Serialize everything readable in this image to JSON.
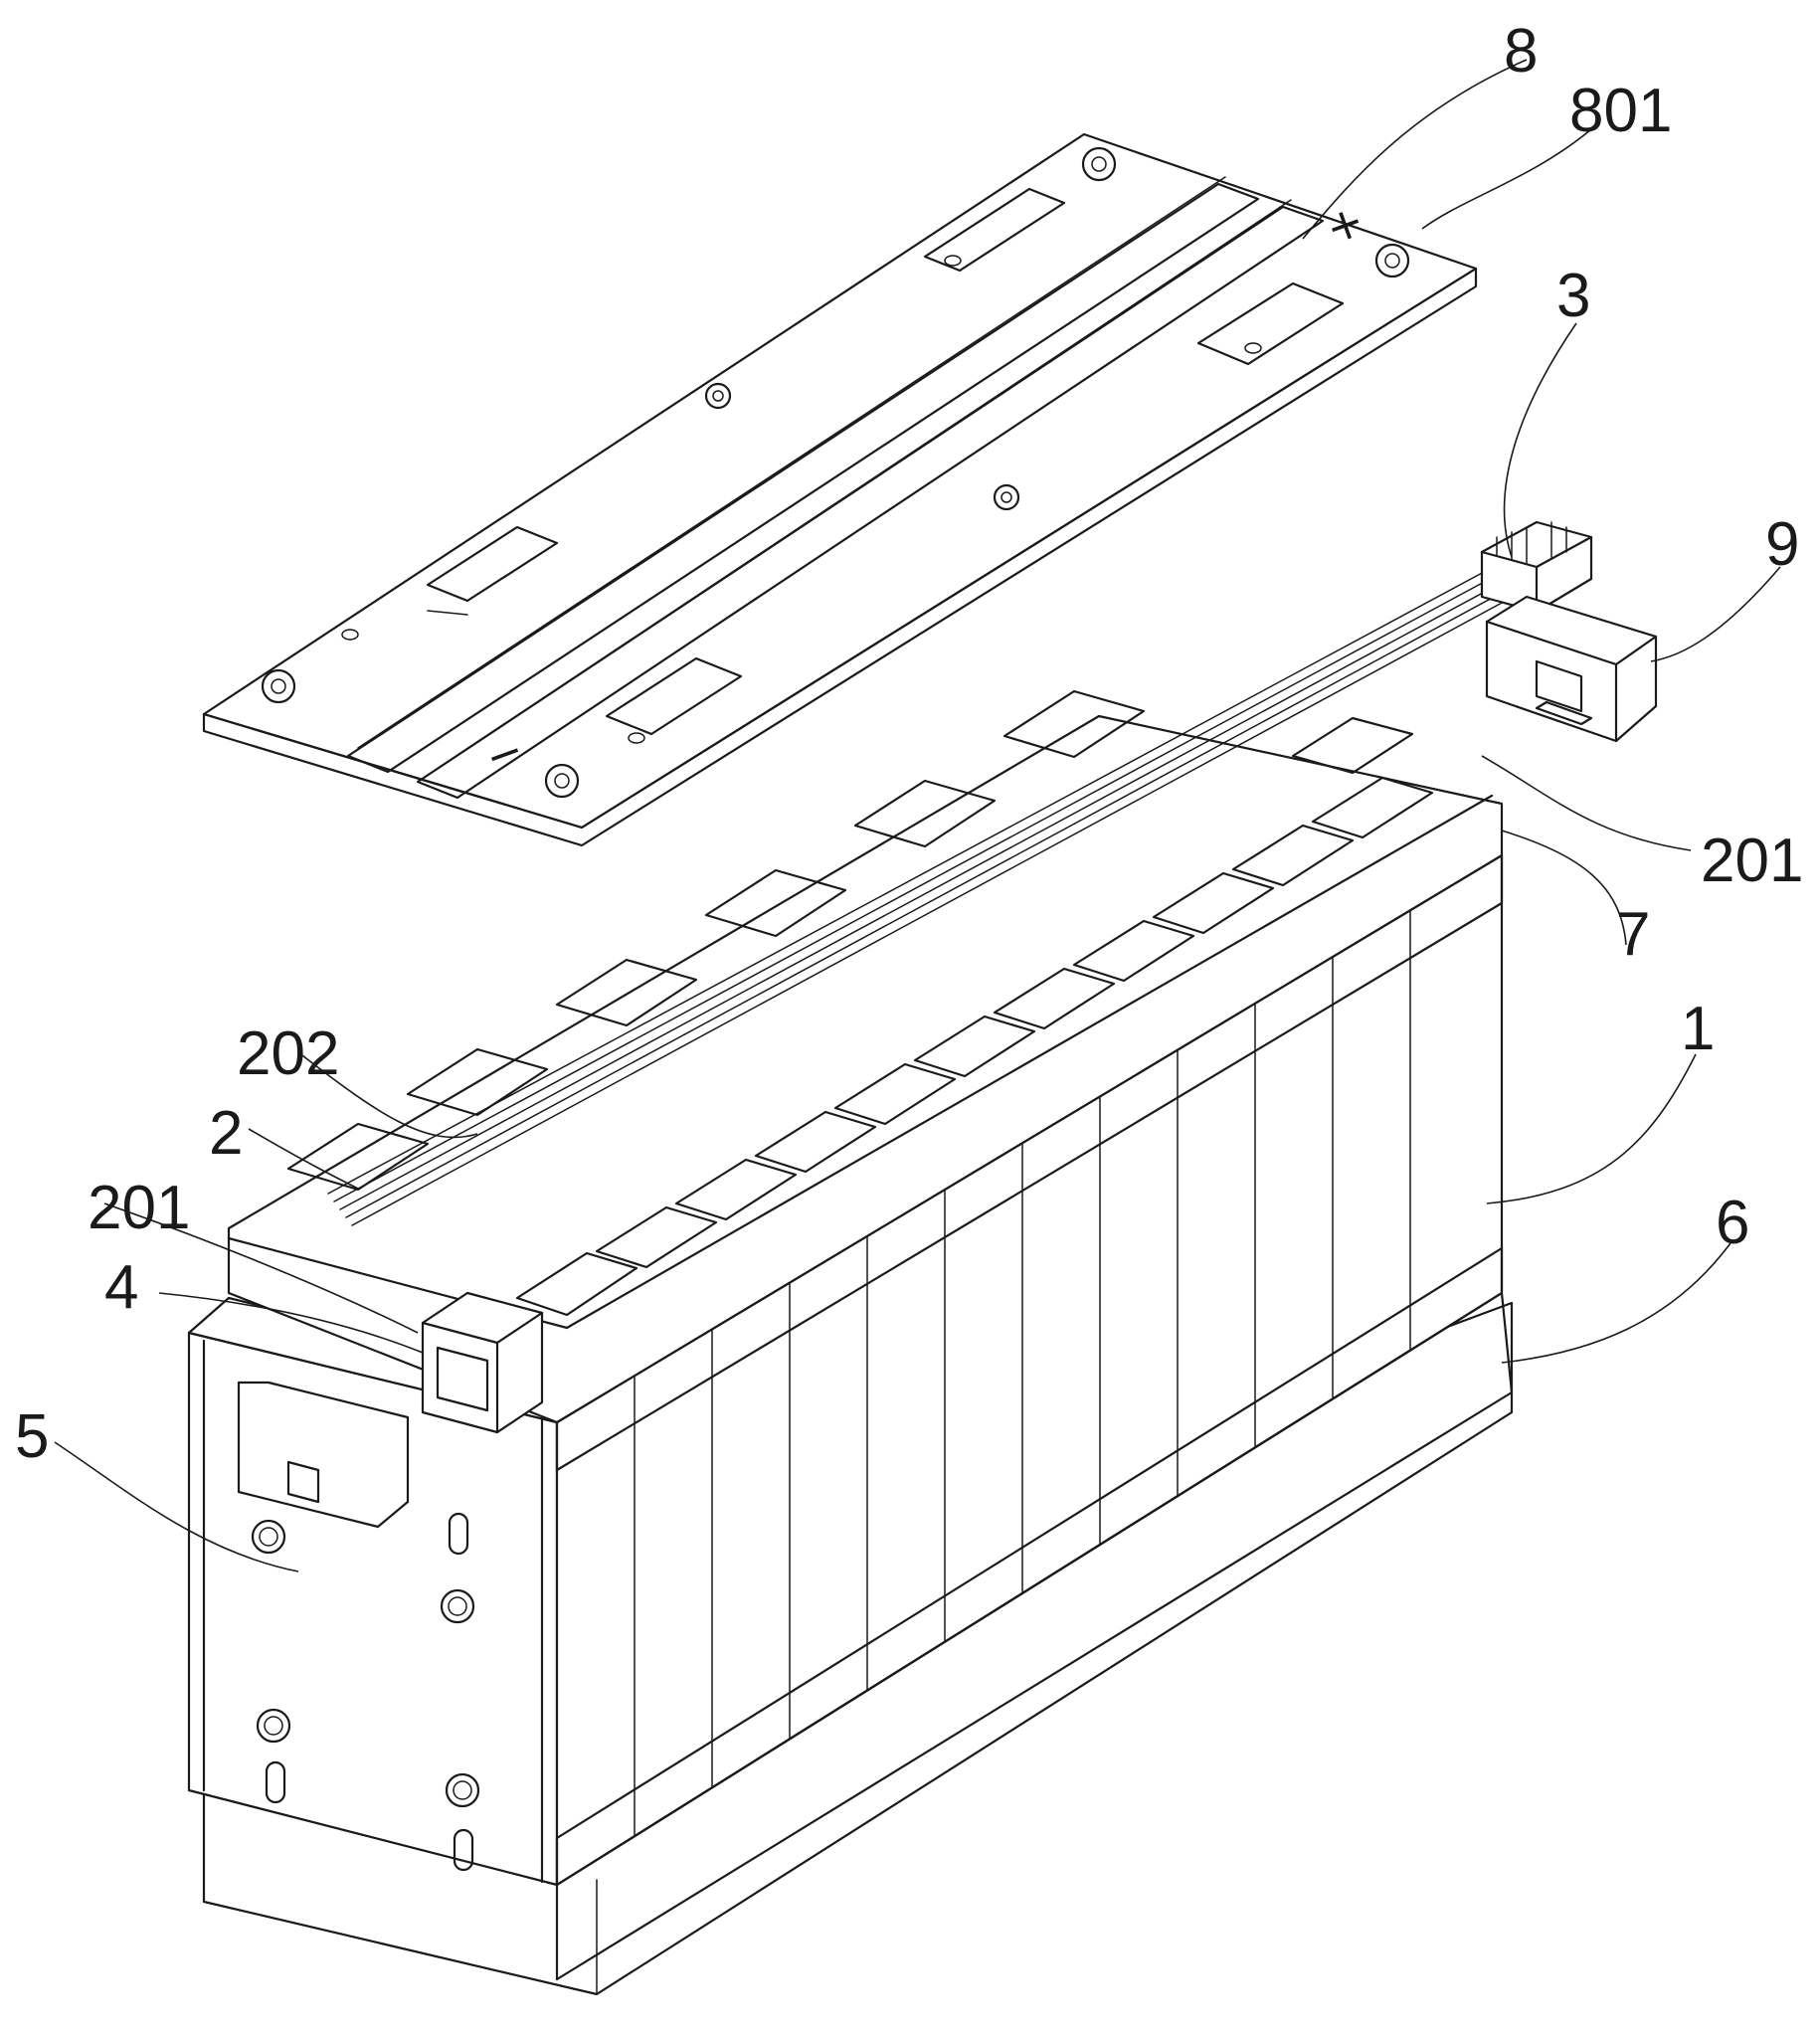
{
  "labels": {
    "l8": "8",
    "l801": "801",
    "l3": "3",
    "l9": "9",
    "l201_right": "201",
    "l7": "7",
    "l1": "1",
    "l202": "202",
    "l2": "2",
    "l201_left": "201",
    "l4": "4",
    "l6": "6",
    "l5": "5"
  },
  "symbols": {
    "plus": "+",
    "minus": "−"
  }
}
